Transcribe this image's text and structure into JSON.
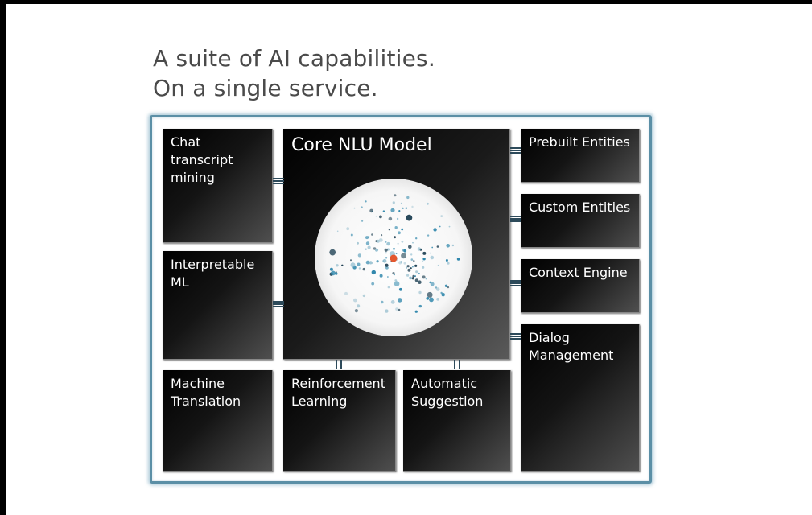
{
  "title": {
    "line1": "A suite of AI capabilities.",
    "line2": "On a single service."
  },
  "core": {
    "label": "Core NLU Model"
  },
  "modules": {
    "chat_transcript_mining": "Chat\ntranscript\nmining",
    "interpretable_ml": "Interpretable\nML",
    "machine_translation": "Machine\nTranslation",
    "reinforcement_learning": "Reinforcement\nLearning",
    "automatic_suggestion": "Automatic\nSuggestion",
    "prebuilt_entities": "Prebuilt Entities",
    "custom_entities": "Custom Entities",
    "context_engine": "Context Engine",
    "dialog_management": "Dialog\nManagement"
  },
  "colors": {
    "frame_border": "#5b8fa6",
    "connector": "#2d4a5a",
    "dot_primary": "#2e86ab",
    "dot_dark": "#1d3f52",
    "dot_accent": "#e4572e"
  }
}
